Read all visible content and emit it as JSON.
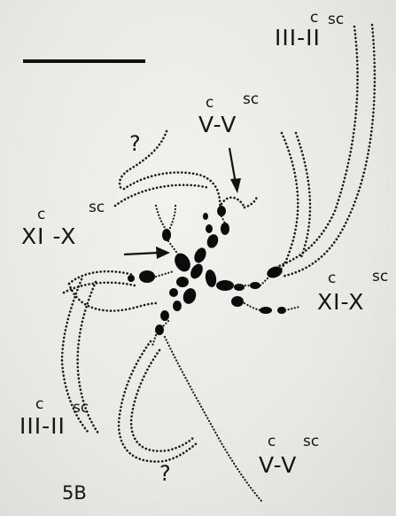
{
  "labels": {
    "iii_ii_top": {
      "main": "III-II",
      "sup_left": "c",
      "sup_right": "sc"
    },
    "v_v_top": {
      "main": "V-V",
      "sup_left": "c",
      "sup_right": "sc"
    },
    "xi_x_left": {
      "main": "XI -X",
      "sup_left": "c",
      "sup_right": "sc"
    },
    "xi_x_right": {
      "main": "XI-X",
      "sup_left": "c",
      "sup_right": "sc"
    },
    "iii_ii_bottom": {
      "main": "III-II",
      "sup_left": "c",
      "sup_right": "sc"
    },
    "v_v_bottom": {
      "main": "V-V",
      "sup_left": "c",
      "sup_right": "sc"
    },
    "question_top": "?",
    "question_bottom": "?",
    "panel": "5B"
  },
  "colors": {
    "ink": "#151515",
    "background": "#ecebe8"
  }
}
